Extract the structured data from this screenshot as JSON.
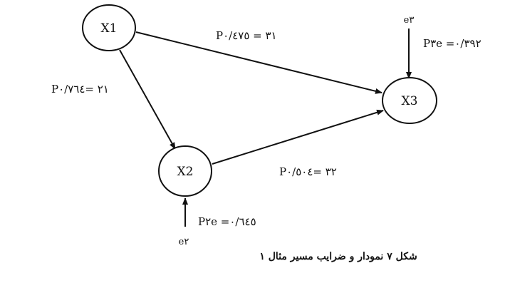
{
  "diagram": {
    "nodes": [
      {
        "id": "x1",
        "label": "X1"
      },
      {
        "id": "x2",
        "label": "X2"
      },
      {
        "id": "x3",
        "label": "X3"
      }
    ],
    "coefficients": {
      "p31": "P٣١ = ٠/٤٧٥",
      "p21": "P٢١ =٠/٧٦٤",
      "p32": "P٣٢ =٠/٥٠٤",
      "p3e": "P٣e =٠/٣٩٢",
      "p2e": "P٢e =٠/٦٤٥"
    },
    "errors": {
      "e3": "e٣",
      "e2": "e٢"
    },
    "caption": "شکل ۷ نمودار و ضرایب مسیر مثال ۱"
  },
  "colors": {
    "stroke": "#111111",
    "background": "#ffffff"
  }
}
